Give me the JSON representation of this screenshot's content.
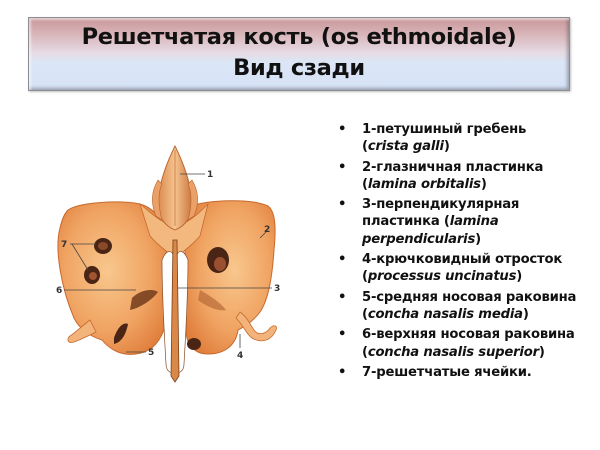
{
  "title": {
    "line1": "Решетчатая кость (os ethmoidale)",
    "line2": "Вид сзади",
    "gradient_top": "#c9979a",
    "gradient_bottom": "#d6e2f7"
  },
  "figure": {
    "description": "ethmoid-bone-posterior-view-illustration",
    "bone_color": "#f0a868",
    "callouts": [
      {
        "num": "1",
        "target": "crista galli"
      },
      {
        "num": "2",
        "target": "lamina orbitalis"
      },
      {
        "num": "3",
        "target": "lamina perpendicularis"
      },
      {
        "num": "4",
        "target": "processus uncinatus"
      },
      {
        "num": "5",
        "target": "concha nasalis media"
      },
      {
        "num": "6",
        "target": "concha nasalis superior"
      },
      {
        "num": "7",
        "target": "решетчатые ячейки"
      }
    ]
  },
  "legend": {
    "bullet": "•",
    "items": [
      {
        "ru": "1-петушиный гребень",
        "open": "(",
        "latin": "crista galli",
        "close": ")"
      },
      {
        "ru": "2-глазничная пластинка",
        "open": "(",
        "latin": "lamina orbitalis",
        "close": ")"
      },
      {
        "ru": "3-перпендикулярная пластинка",
        "open": " (",
        "latin": "lamina perpendicularis",
        "close": ")"
      },
      {
        "ru": "4-крючковидный отросток",
        "open": "(",
        "latin": "processus uncinatus",
        "close": ")"
      },
      {
        "ru": "5-средняя носовая раковина",
        "open": " (",
        "latin": "concha nasalis media",
        "close": ")"
      },
      {
        "ru": "6-верхняя носовая раковина",
        "open": " (",
        "latin": "concha nasalis superior",
        "close": ")"
      },
      {
        "ru": "7-решетчатые ячейки.",
        "open": "",
        "latin": "",
        "close": ""
      }
    ]
  }
}
